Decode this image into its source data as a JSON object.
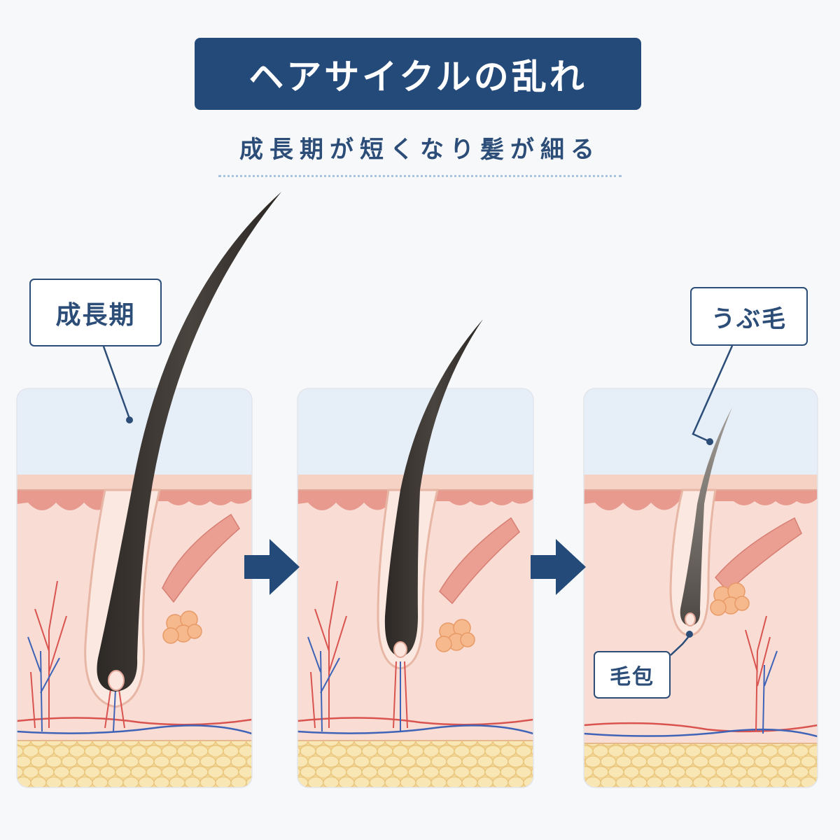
{
  "title": "ヘアサイクルの乱れ",
  "subtitle": "成長期が短くなり髪が細る",
  "labels": {
    "anagen": "成長期",
    "vellus": "うぶ毛",
    "follicle": "毛包"
  },
  "colors": {
    "navy": "#244a7a",
    "hair": "#3a3531",
    "skin": "#f9ddd5",
    "fat": "#f6dfa3",
    "sky": "#e6eef8"
  },
  "icons": [
    "arrow-right-icon",
    "arrow-right-icon"
  ]
}
